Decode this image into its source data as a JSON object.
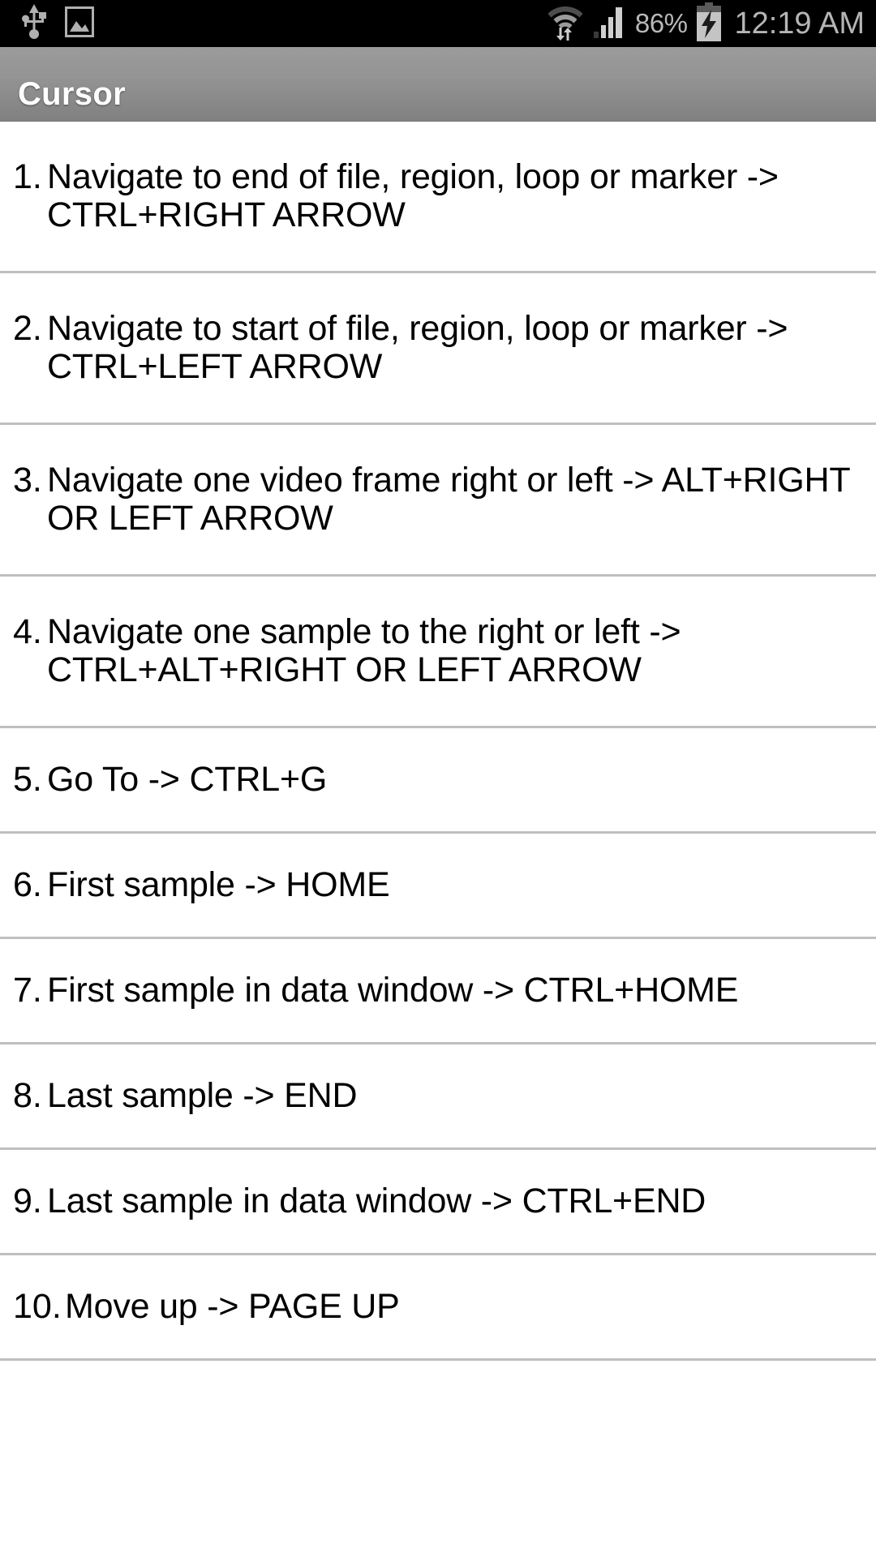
{
  "statusbar": {
    "left_icons": [
      "usb-icon",
      "screenshot-image-icon"
    ],
    "right_icons": [
      "wifi-data-icon",
      "cellular-signal-icon",
      "battery-charging-icon"
    ],
    "battery_percent": "86%",
    "clock": "12:19 AM",
    "background_color": "#000000",
    "text_color": "#b5b5b5"
  },
  "titlebar": {
    "title": "Cursor",
    "text_color": "#ffffff",
    "background_color": "#8f8f8f"
  },
  "list": {
    "items": [
      {
        "num": "1.",
        "text": "Navigate to end of file, region, loop or marker -> CTRL+RIGHT ARROW",
        "lines": 2
      },
      {
        "num": "2.",
        "text": "Navigate to start of file, region, loop or marker -> CTRL+LEFT ARROW",
        "lines": 2
      },
      {
        "num": "3.",
        "text": "Navigate one video frame right or left -> ALT+RIGHT OR LEFT ARROW",
        "lines": 2
      },
      {
        "num": "4.",
        "text": "Navigate one sample to the right or left -> CTRL+ALT+RIGHT OR LEFT ARROW",
        "lines": 2
      },
      {
        "num": "5.",
        "text": "Go To -> CTRL+G",
        "lines": 1
      },
      {
        "num": "6.",
        "text": "First sample -> HOME",
        "lines": 1
      },
      {
        "num": "7.",
        "text": "First sample in data window -> CTRL+HOME",
        "lines": 1
      },
      {
        "num": "8.",
        "text": "Last sample -> END",
        "lines": 1
      },
      {
        "num": "9.",
        "text": "Last sample in data window -> CTRL+END",
        "lines": 1
      },
      {
        "num": "10.",
        "text": "Move up -> PAGE UP",
        "lines": 1
      }
    ],
    "divider_color": "#bfbfbf",
    "text_color": "#000000",
    "background_color": "#ffffff"
  }
}
